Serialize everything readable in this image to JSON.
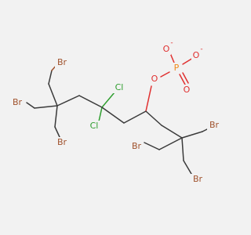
{
  "molecule": {
    "atoms": {
      "br_top_left_upper": "Br",
      "br_left": "Br",
      "br_left_lower": "Br",
      "cl_upper": "Cl",
      "cl_lower": "Cl",
      "o_ester": "O",
      "p": "P",
      "o_minus_left": "O",
      "o_minus_right": "O",
      "o_double": "O",
      "br_right_upper": "Br",
      "br_right_lower_left": "Br",
      "br_right_lower": "Br"
    },
    "charges": {
      "o_minus_left": "-",
      "o_minus_right": "-"
    },
    "colors": {
      "bond": "#3a3a3a",
      "bromine": "#a0522d",
      "chlorine": "#2f9e2f",
      "oxygen": "#e03030",
      "phosphorus": "#f08a1a",
      "background": "#f2f2f2"
    }
  }
}
